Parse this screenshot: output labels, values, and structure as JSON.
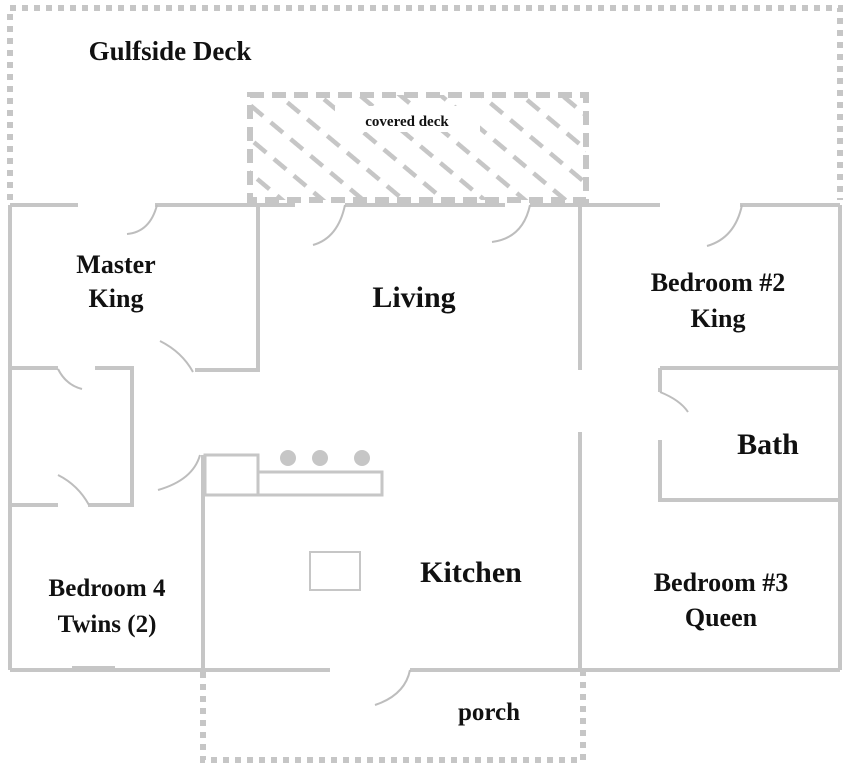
{
  "title": "Gulfside Deck",
  "areas": {
    "covered_deck": "covered deck",
    "master": [
      "Master",
      "King"
    ],
    "living": "Living",
    "bedroom2": [
      "Bedroom #2",
      "King"
    ],
    "bath": "Bath",
    "bedroom4": [
      "Bedroom 4",
      "Twins (2)"
    ],
    "kitchen": "Kitchen",
    "bedroom3": [
      "Bedroom #3",
      "Queen"
    ],
    "porch": "porch"
  },
  "colors": {
    "wall": "#c6c6c6",
    "text": "#111111"
  }
}
